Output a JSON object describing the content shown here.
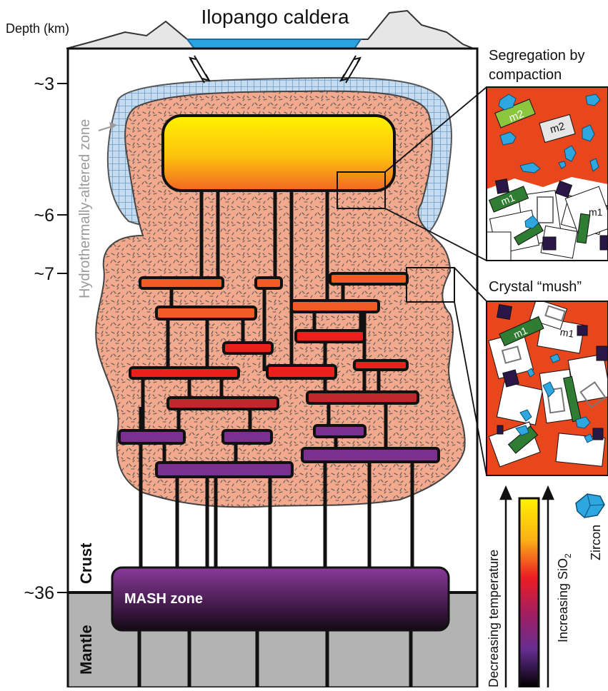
{
  "title": "Ilopango caldera",
  "depth_axis": {
    "label": "Depth (km)",
    "ticks": [
      "~3",
      "~6",
      "~7",
      "~36"
    ]
  },
  "zones": {
    "hydrothermal": "Hydrothermally-altered zone",
    "crust": "Crust",
    "mantle": "Mantle",
    "mash": "MASH zone"
  },
  "insets": {
    "segregation_line1": "Segregation by",
    "segregation_line2": "compaction",
    "mush": "Crystal “mush”",
    "crystal_labels": [
      "m2",
      "m2",
      "m1",
      "m1",
      "m1",
      "m1"
    ]
  },
  "legend": {
    "temperature": "Decreasing temperature",
    "silica": "Increasing SiO",
    "silica_subscript": "2",
    "zircon": "Zircon"
  },
  "colors": {
    "mush_body": "#f2a98e",
    "hydrothermal_fill": "#c5dbef",
    "mantle": "#b3b3b3",
    "lake": "#2aa3e0",
    "matrix": "#e8461c",
    "zircon": "#2ea7e0",
    "crystal_green": "#2e7d32",
    "crystal_lime": "#8cc63f",
    "crystal_dark": "#2b1648"
  }
}
